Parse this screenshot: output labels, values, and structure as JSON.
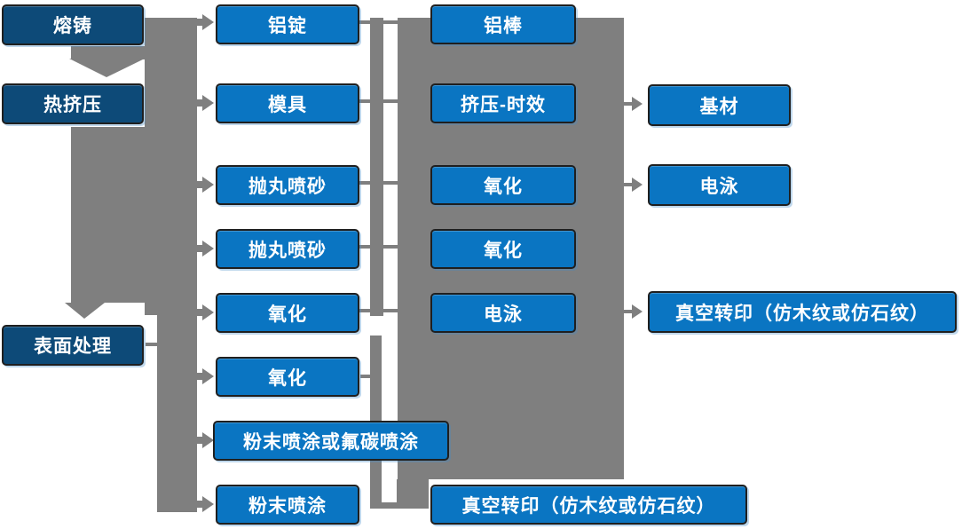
{
  "diagram": {
    "description_note": "process flow diagram",
    "colors": {
      "box_primary": "#0a75c2",
      "box_dark": "#0d4a78",
      "connector": "#7f7f7f",
      "text": "#ffffff",
      "border": "#1f1f1f"
    },
    "columns": {
      "c1": [
        {
          "label": "熔铸"
        },
        {
          "label": "热挤压"
        },
        {
          "label": "表面处理"
        }
      ],
      "c2": [
        {
          "label": "铝锭"
        },
        {
          "label": "模具"
        },
        {
          "label": "抛丸喷砂"
        },
        {
          "label": "抛丸喷砂"
        },
        {
          "label": "氧化"
        },
        {
          "label": "氧化"
        },
        {
          "label": "粉末喷涂或氟碳喷涂"
        },
        {
          "label": "粉末喷涂"
        }
      ],
      "c3": [
        {
          "label": "铝棒"
        },
        {
          "label": "挤压-时效"
        },
        {
          "label": "氧化"
        },
        {
          "label": "氧化"
        },
        {
          "label": "电泳"
        },
        {
          "label": "真空转印（仿木纹或仿石纹）"
        }
      ],
      "c4": [
        {
          "label": "基材"
        },
        {
          "label": "电泳"
        },
        {
          "label": "真空转印（仿木纹或仿石纹）"
        }
      ]
    }
  }
}
